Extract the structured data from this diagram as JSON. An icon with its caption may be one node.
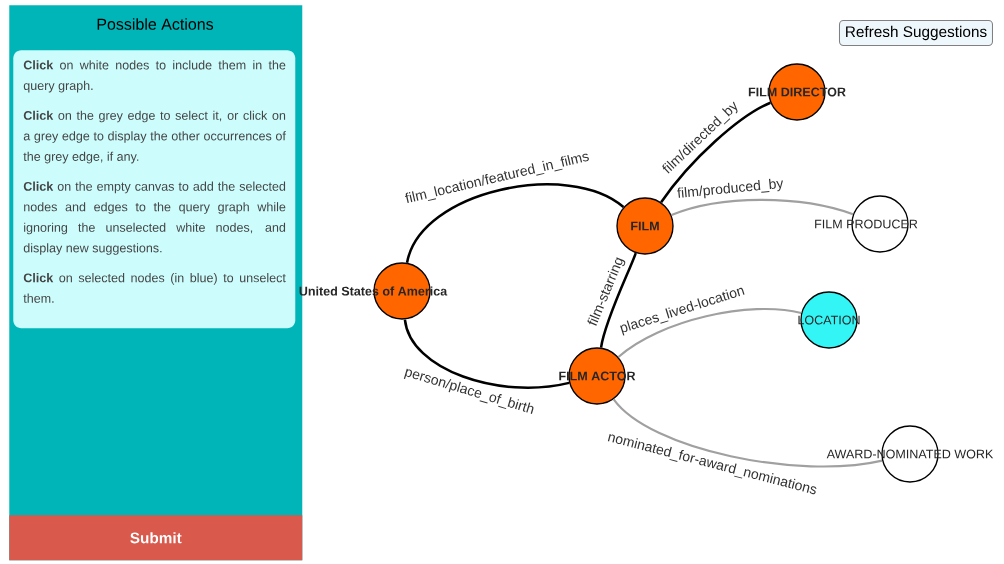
{
  "diagram": {
    "nodes": [
      {
        "text": [
          "Possible Actions"
        ]
      },
      {
        "text": [
          "**Click** on white nodes to include them in the query graph.",
          "**Click** on the grey edge to select it, or click on a grey edge to display the other occurrences of the grey edge, if any.",
          "**Click** on the empty canvas to add the selected nodes and edges to the query graph while ignoring the unselected white nodes, and display new suggestions.",
          "**Click** on selected nodes (in blue) to unselect them."
        ],
        "in": 0
      },
      {
        "text": [
          "Submit"
        ],
        "in": 0
      },
      {
        "text": [
          "Refresh Suggestions"
        ]
      },
      {
        "text": [
          "United States of America"
        ]
      },
      {
        "text": [
          "FILM"
        ]
      },
      {
        "text": [
          "FILM DIRECTOR"
        ]
      },
      {
        "text": [
          "FILM PRODUCER"
        ]
      },
      {
        "text": [
          "FILM ACTOR"
        ]
      },
      {
        "text": [
          "LOCATION"
        ]
      },
      {
        "text": [
          "AWARD-NOMINATED WORK"
        ]
      }
    ],
    "edges": [
      {
        "from": 4,
        "to": 5,
        "arrow": "none",
        "label": "film_location/featured_in_films"
      },
      {
        "from": 5,
        "to": 6,
        "arrow": "none",
        "label": "film/directed_by"
      },
      {
        "from": 5,
        "to": 7,
        "arrow": "none",
        "label": "film/produced_by",
        "color": "#a0a0a0"
      },
      {
        "from": 8,
        "to": 5,
        "arrow": "none",
        "label": "film-starring"
      },
      {
        "from": 4,
        "to": 8,
        "arrow": "none",
        "label": "person/place_of_birth"
      },
      {
        "from": 8,
        "to": 9,
        "arrow": "none",
        "label": "places_lived-location",
        "color": "#a0a0a0"
      },
      {
        "from": 8,
        "to": 10,
        "arrow": "none",
        "label": "nominated_for-award_nominations",
        "color": "#a0a0a0"
      }
    ]
  }
}
